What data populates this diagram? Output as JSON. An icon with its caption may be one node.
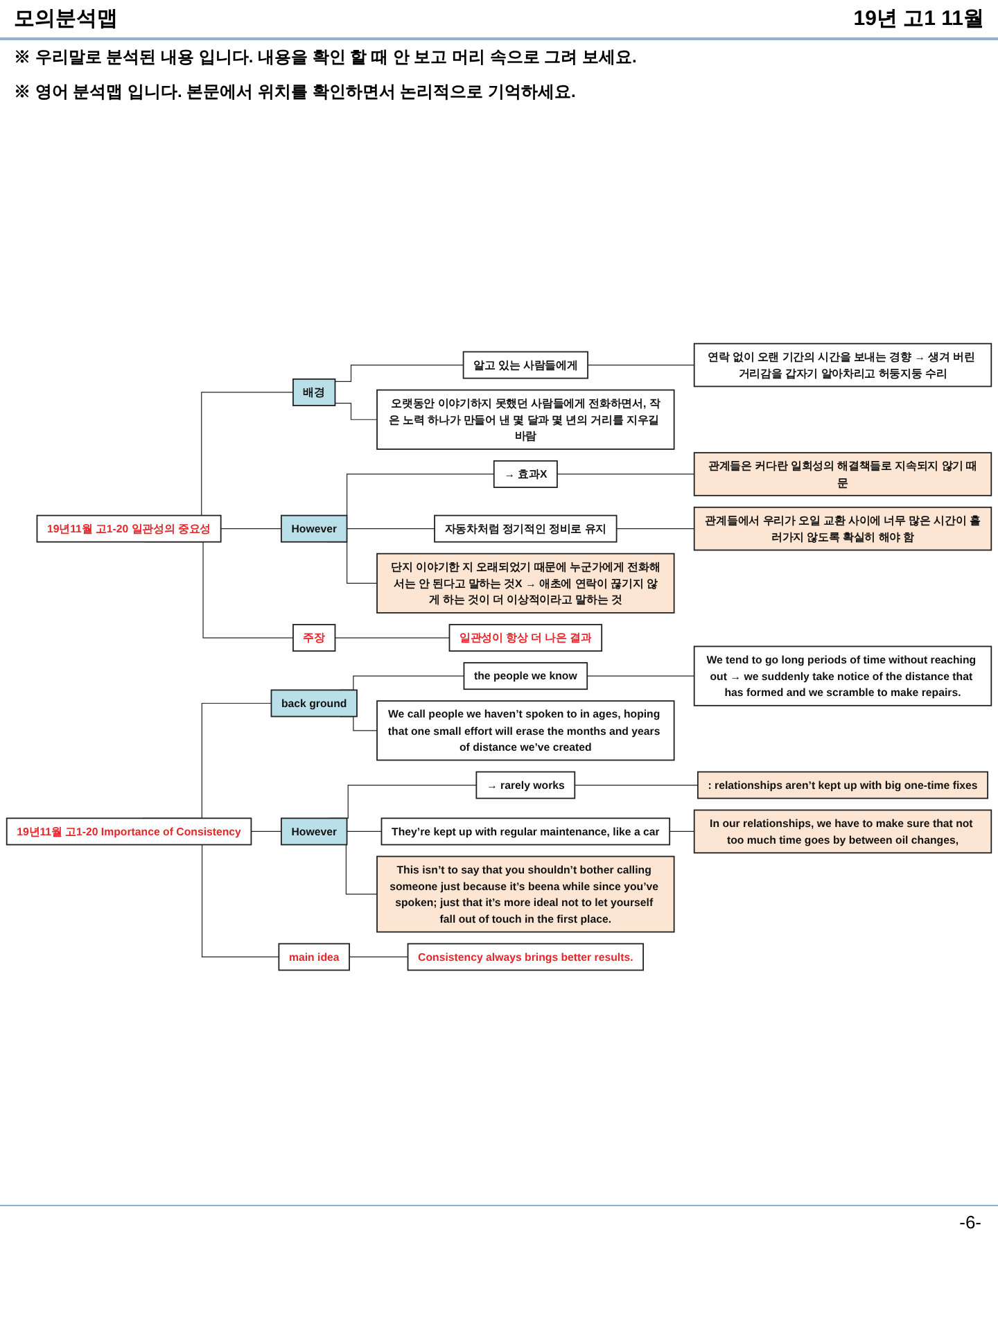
{
  "diagram": {
    "nodes": [
      {
        "text": [
          "19년11월 고1-20 일관성의 중요성"
        ]
      },
      {
        "text": [
          "배경"
        ]
      },
      {
        "text": [
          "알고 있는 사람들에게"
        ]
      },
      {
        "text": [
          "연락 없이 오랜 기간의 시간을 보내는 경향 → 생겨 버린 거리감을 갑자기 알아차리고 허둥지둥 수리"
        ]
      },
      {
        "text": [
          "오랫동안 이야기하지 못했던 사람들에게 전화하면서, 작은 노력 하나가 만들어 낸 몇 달과 몇 년의 거리를 지우길 바람"
        ]
      },
      {
        "text": [
          "However"
        ]
      },
      {
        "text": [
          "→ 효과X"
        ]
      },
      {
        "text": [
          "관계들은 커다란 일회성의 해결책들로 지속되지 않기 때문"
        ]
      },
      {
        "text": [
          "자동차처럼 정기적인 정비로 유지"
        ]
      },
      {
        "text": [
          "관계들에서 우리가 오일 교환 사이에 너무 많은 시간이 흘러가지 않도록 확실히 해야 함"
        ]
      },
      {
        "text": [
          "단지 이야기한 지 오래되었기 때문에 누군가에게 전화해서는 안 된다고 말하는 것X → 애초에 연락이 끊기지 않게 하는 것이 더 이상적이라고 말하는 것"
        ]
      },
      {
        "text": [
          "주장"
        ]
      },
      {
        "text": [
          "일관성이 항상 더 나은 결과"
        ]
      },
      {
        "text": [
          "19년11월 고1-20 Importance of Consistency"
        ]
      },
      {
        "text": [
          "back ground"
        ]
      },
      {
        "text": [
          "the people we know"
        ]
      },
      {
        "text": [
          "We tend to go long periods of time without reaching out → we suddenly take notice of the distance that has formed and we scramble to make repairs."
        ]
      },
      {
        "text": [
          "We call people we haven’t spoken to in ages, hoping that one small effort will erase the months and years of distance we’ve created"
        ]
      },
      {
        "text": [
          "However"
        ]
      },
      {
        "text": [
          "→ rarely works"
        ]
      },
      {
        "text": [
          ": relationships aren’t kept up with big one-time fixes"
        ]
      },
      {
        "text": [
          "They’re kept up with regular maintenance, like a car"
        ]
      },
      {
        "text": [
          "In our relationships, we have to make sure that not too much time goes by between oil changes,"
        ]
      },
      {
        "text": [
          "This isn’t to say that you shouldn’t bother calling someone just because it’s beena while since you’ve spoken; just that it’s more ideal not to let yourself fall out of touch in the first place."
        ]
      },
      {
        "text": [
          "main idea"
        ]
      },
      {
        "text": [
          "Consistency always brings better results."
        ]
      }
    ],
    "edges": [
      {
        "from": 0,
        "to": 1,
        "arrow": "none"
      },
      {
        "from": 1,
        "to": 2,
        "arrow": "none"
      },
      {
        "from": 2,
        "to": 3,
        "arrow": "none"
      },
      {
        "from": 1,
        "to": 4,
        "arrow": "none"
      },
      {
        "from": 0,
        "to": 5,
        "arrow": "none"
      },
      {
        "from": 5,
        "to": 6,
        "arrow": "none"
      },
      {
        "from": 6,
        "to": 7,
        "arrow": "none"
      },
      {
        "from": 5,
        "to": 8,
        "arrow": "none"
      },
      {
        "from": 8,
        "to": 9,
        "arrow": "none"
      },
      {
        "from": 5,
        "to": 10,
        "arrow": "none"
      },
      {
        "from": 0,
        "to": 11,
        "arrow": "none"
      },
      {
        "from": 11,
        "to": 12,
        "arrow": "none"
      },
      {
        "from": 13,
        "to": 14,
        "arrow": "none"
      },
      {
        "from": 14,
        "to": 15,
        "arrow": "none"
      },
      {
        "from": 15,
        "to": 16,
        "arrow": "none"
      },
      {
        "from": 14,
        "to": 17,
        "arrow": "none"
      },
      {
        "from": 13,
        "to": 18,
        "arrow": "none"
      },
      {
        "from": 18,
        "to": 19,
        "arrow": "none"
      },
      {
        "from": 19,
        "to": 20,
        "arrow": "none"
      },
      {
        "from": 18,
        "to": 21,
        "arrow": "none"
      },
      {
        "from": 21,
        "to": 22,
        "arrow": "none"
      },
      {
        "from": 18,
        "to": 23,
        "arrow": "none"
      },
      {
        "from": 13,
        "to": 24,
        "arrow": "none"
      },
      {
        "from": 24,
        "to": 25,
        "arrow": "none"
      }
    ],
    "labels": [
      "모의분석맵",
      "19년 고1 11월",
      "※ 우리말로 분석된 내용 입니다. 내용을 확인 할 때 안 보고 머리 속으로 그려 보세요.",
      "※ 영어 분석맵 입니다. 본문에서 위치를 확인하면서 논리적으로 기억하세요.",
      "-6-"
    ]
  }
}
